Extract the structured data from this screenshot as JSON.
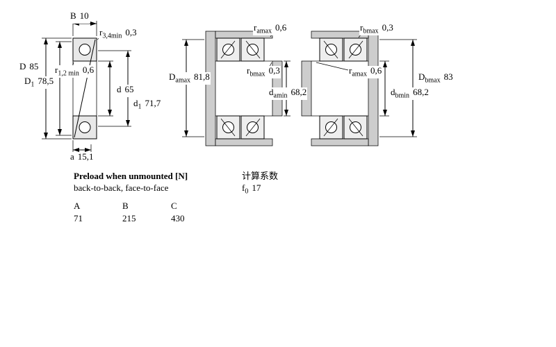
{
  "dims": {
    "B": {
      "main": "B",
      "sub": "",
      "value": "10"
    },
    "r34": {
      "main": "r",
      "sub": "3,4min",
      "value": "0,3"
    },
    "D": {
      "main": "D",
      "sub": "",
      "value": "85"
    },
    "r12": {
      "main": "r",
      "sub": "1,2 min",
      "value": "0,6"
    },
    "D1": {
      "main": "D",
      "sub": "1",
      "value": "78,5"
    },
    "d": {
      "main": "d",
      "sub": "",
      "value": "65"
    },
    "d1": {
      "main": "d",
      "sub": "1",
      "value": "71,7"
    },
    "a": {
      "main": "a",
      "sub": "",
      "value": "15,1"
    },
    "ramax_pair1_top": {
      "main": "r",
      "sub": "amax",
      "value": "0,6"
    },
    "Damax": {
      "main": "D",
      "sub": "amax",
      "value": "81,8"
    },
    "rbmax_pair1_mid": {
      "main": "r",
      "sub": "bmax",
      "value": "0,3"
    },
    "damin": {
      "main": "d",
      "sub": "amin",
      "value": "68,2"
    },
    "rbmax_pair2_top": {
      "main": "r",
      "sub": "bmax",
      "value": "0,3"
    },
    "ramax_pair2_mid": {
      "main": "r",
      "sub": "amax",
      "value": "0,6"
    },
    "Dbmax": {
      "main": "D",
      "sub": "bmax",
      "value": "83"
    },
    "dbmin": {
      "main": "d",
      "sub": "bmin",
      "value": "68,2"
    }
  },
  "preload": {
    "title": "Preload when unmounted [N]",
    "subtitle": "back-to-back, face-to-face",
    "columns": [
      "A",
      "B",
      "C"
    ],
    "values": [
      "71",
      "215",
      "430"
    ]
  },
  "calculation": {
    "title": "计算系数",
    "f0": {
      "main": "f",
      "sub": "0",
      "value": "17"
    }
  }
}
